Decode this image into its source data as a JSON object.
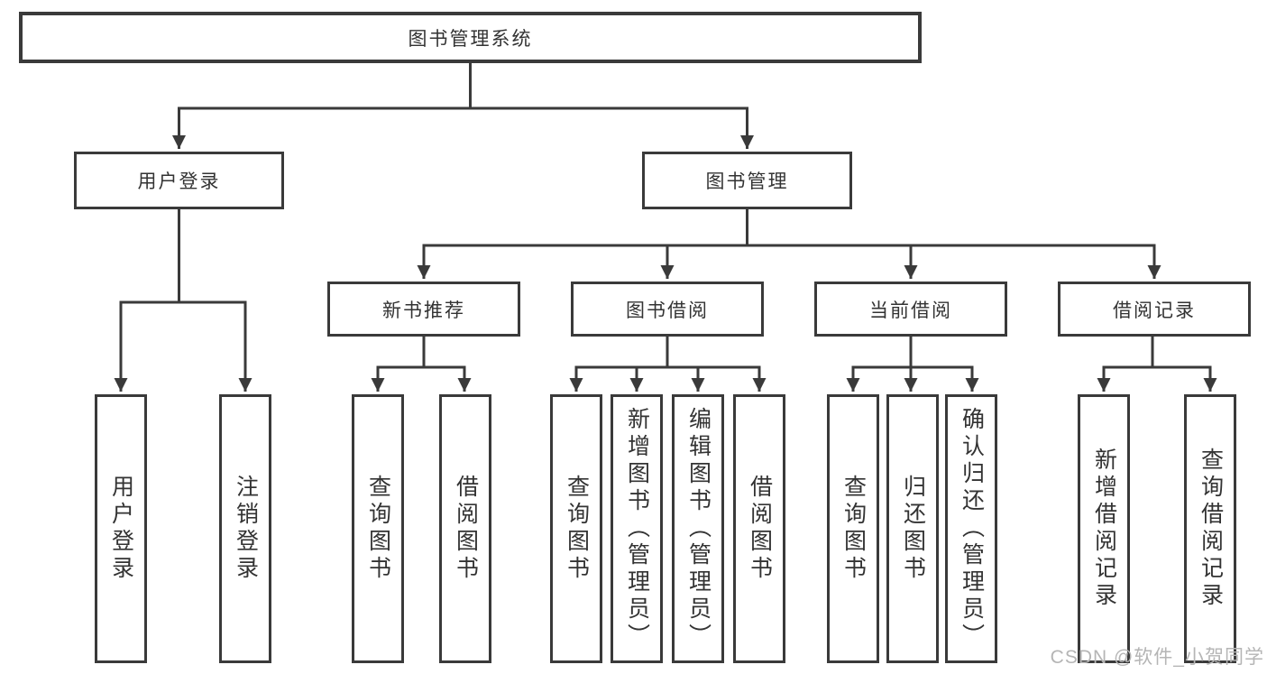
{
  "tree": {
    "root": {
      "label": "图书管理系统"
    },
    "children": [
      {
        "label": "用户登录",
        "children": [
          {
            "label": "用户登录"
          },
          {
            "label": "注销登录"
          }
        ]
      },
      {
        "label": "图书管理",
        "children": [
          {
            "label": "新书推荐",
            "children": [
              {
                "label": "查询图书"
              },
              {
                "label": "借阅图书"
              }
            ]
          },
          {
            "label": "图书借阅",
            "children": [
              {
                "label": "查询图书"
              },
              {
                "label": "新增图书（管理员）"
              },
              {
                "label": "编辑图书（管理员）"
              },
              {
                "label": "借阅图书"
              }
            ]
          },
          {
            "label": "当前借阅",
            "children": [
              {
                "label": "查询图书"
              },
              {
                "label": "归还图书"
              },
              {
                "label": "确认归还（管理员）"
              }
            ]
          },
          {
            "label": "借阅记录",
            "children": [
              {
                "label": "新增借阅记录"
              },
              {
                "label": "查询借阅记录"
              }
            ]
          }
        ]
      }
    ]
  },
  "watermark": {
    "text": "CSDN @软件_小贺同学"
  },
  "colors": {
    "line": "#3a3a3a",
    "box_border": "#3a3a3a",
    "text": "#333333",
    "watermark": "#b5b5b5",
    "background": "#ffffff"
  }
}
